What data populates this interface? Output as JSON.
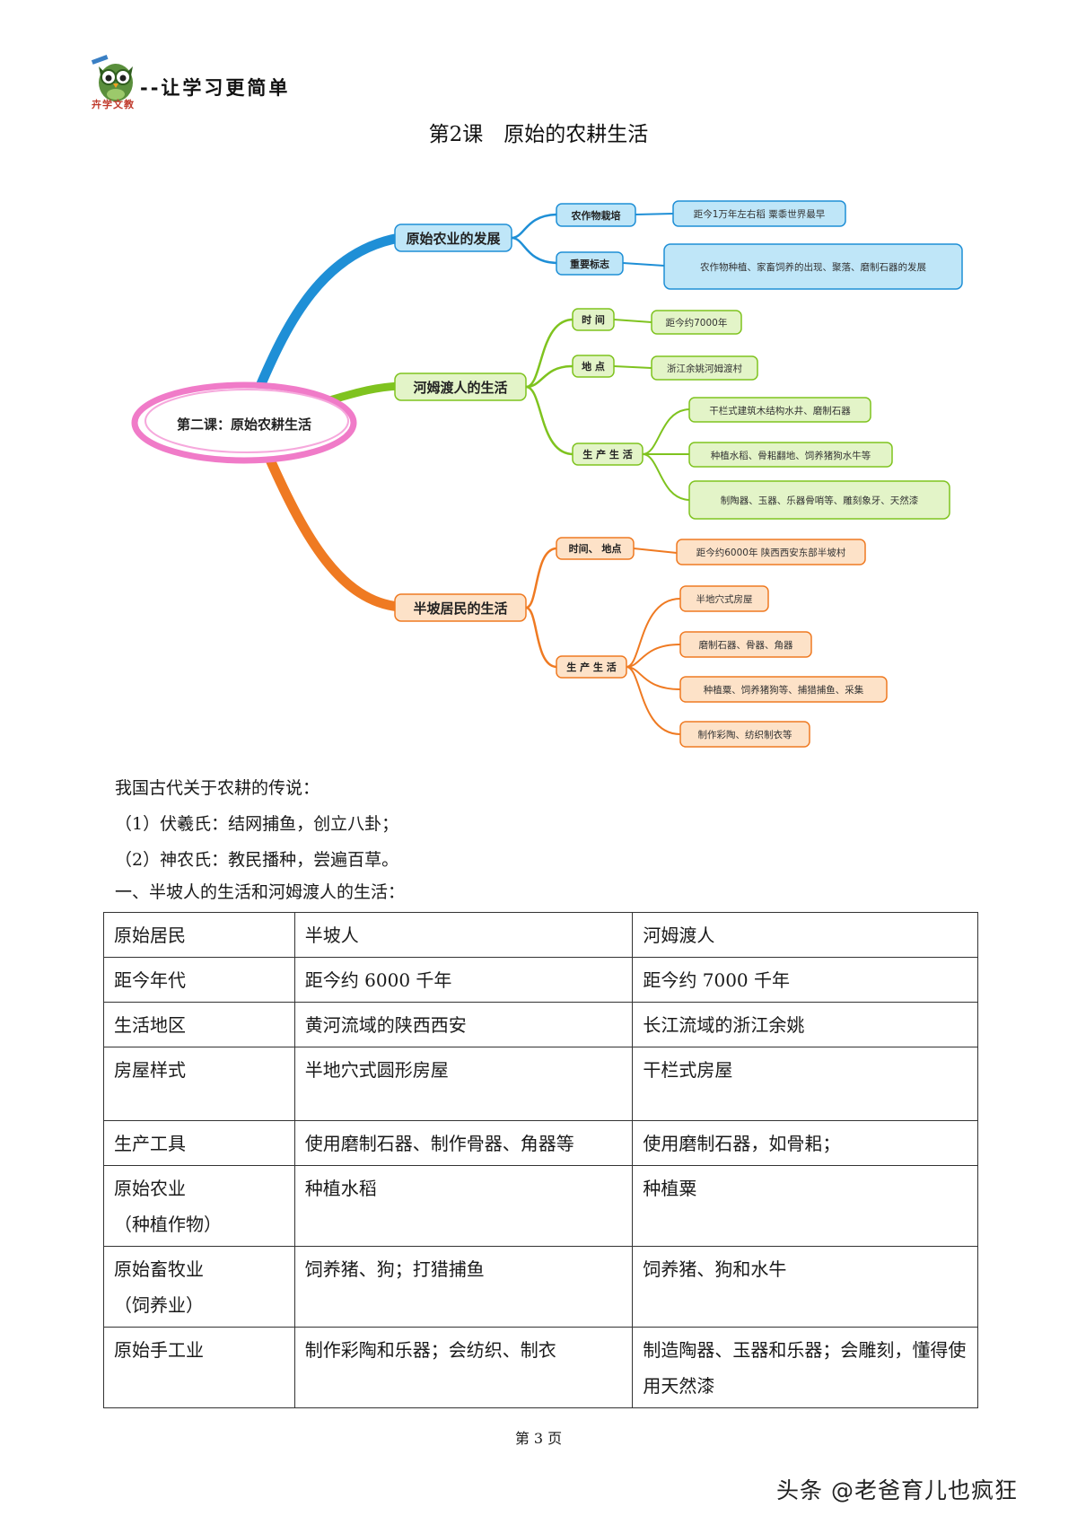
{
  "header": {
    "slogan": "--让学习更简单",
    "logo_caption": "卉学文教",
    "logo_icon": "owl-icon"
  },
  "lesson_title": "第2课　原始的农耕生活",
  "mindmap": {
    "root": "第二课：原始农耕生活",
    "colors": {
      "blue": "#1f8fd6",
      "green": "#7fc31f",
      "orange": "#ef7a22",
      "pink": "#f07bc8"
    },
    "branches": [
      {
        "label": "原始农业的发展",
        "children": [
          {
            "label": "农作物栽培",
            "leaves": [
              "距今1万年左右稻 粟黍世界最早"
            ]
          },
          {
            "label": "重要标志",
            "leaves": [
              "农作物种植、家畜饲养的出现、聚落、磨制石器的发展"
            ]
          }
        ]
      },
      {
        "label": "河姆渡人的生活",
        "children": [
          {
            "label": "时 间",
            "leaves": [
              "距今约7000年"
            ]
          },
          {
            "label": "地 点",
            "leaves": [
              "浙江余姚河姆渡村"
            ]
          },
          {
            "label": "生 产 生 活",
            "leaves": [
              "干栏式建筑木结构水井、磨制石器",
              "种植水稻、骨耜翻地、饲养猪狗水牛等",
              "制陶器、玉器、乐器骨哨等、雕刻象牙、天然漆"
            ]
          }
        ]
      },
      {
        "label": "半坡居民的生活",
        "children": [
          {
            "label": "时间、 地点",
            "leaves": [
              "距今约6000年 陕西西安东部半坡村"
            ]
          },
          {
            "label": "生 产 生 活",
            "leaves": [
              "半地穴式房屋",
              "磨制石器、骨器、角器",
              "种植粟、饲养猪狗等、捕猎捕鱼、采集",
              "制作彩陶、纺织制衣等"
            ]
          }
        ]
      }
    ]
  },
  "legends": {
    "intro": "我国古代关于农耕的传说：",
    "item1": "（1）伏羲氏：结网捕鱼，创立八卦；",
    "item2": "（2）神农氏：教民播种，尝遍百草。"
  },
  "section_heading": "一、半坡人的生活和河姆渡人的生活：",
  "table": {
    "rows": [
      [
        "原始居民",
        "半坡人",
        "河姆渡人"
      ],
      [
        "距今年代",
        "距今约 6000 千年",
        "距今约 7000 千年"
      ],
      [
        "生活地区",
        "黄河流域的陕西西安",
        "长江流域的浙江余姚"
      ],
      [
        "房屋样式",
        "半地穴式圆形房屋",
        "干栏式房屋"
      ],
      [
        "生产工具",
        "使用磨制石器、制作骨器、角器等",
        "使用磨制石器，如骨耜；"
      ],
      [
        "原始农业\n（种植作物）",
        "种植水稻",
        "种植粟"
      ],
      [
        "原始畜牧业\n（饲养业）",
        "饲养猪、狗；打猎捕鱼",
        "饲养猪、狗和水牛"
      ],
      [
        "原始手工业",
        "制作彩陶和乐器；会纺织、制衣",
        "制造陶器、玉器和乐器；会雕刻，懂得使用天然漆"
      ]
    ]
  },
  "footer": {
    "page": "第 3 页",
    "watermark": "头条 @老爸育儿也疯狂"
  }
}
